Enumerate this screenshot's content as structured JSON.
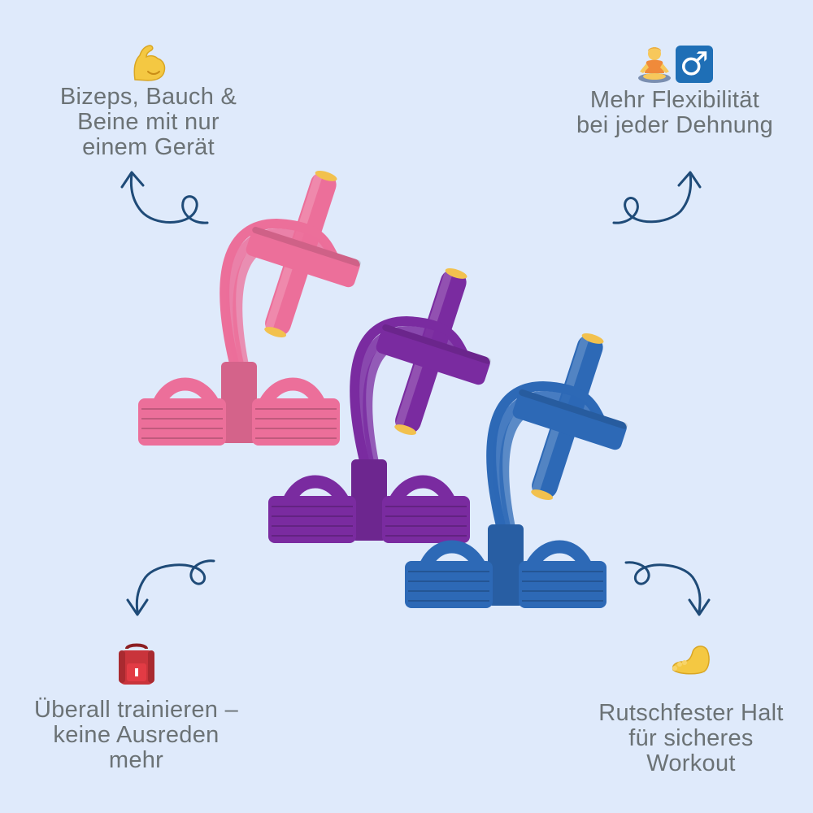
{
  "colors": {
    "background": "#dfeafb",
    "text": "#6b7275",
    "arrow": "#1f4b78",
    "pink": "#ec6f9a",
    "purple": "#7a2ba0",
    "blue": "#2d69b6",
    "handle_cap": "#f2c14e"
  },
  "features": {
    "top_left": {
      "icon": "flexed-biceps-icon",
      "label": "Bizeps, Bauch &\nBeine mit nur\neinem Gerät"
    },
    "top_right": {
      "icon": "person-in-lotus-position-icon",
      "icon2": "male-sign-icon",
      "icon2_glyph": "♂",
      "label": "Mehr Flexibilität\nbei jeder Dehnung"
    },
    "bottom_left": {
      "icon": "backpack-icon",
      "label": "Überall trainieren –\nkeine Ausreden\nmehr"
    },
    "bottom_right": {
      "icon": "foot-icon",
      "label": "Rutschfester Halt\nfür sicheres\nWorkout"
    }
  },
  "product": {
    "name_icon": "pedal-resistance-band-icon",
    "variants": [
      "pink",
      "purple",
      "blue"
    ]
  }
}
